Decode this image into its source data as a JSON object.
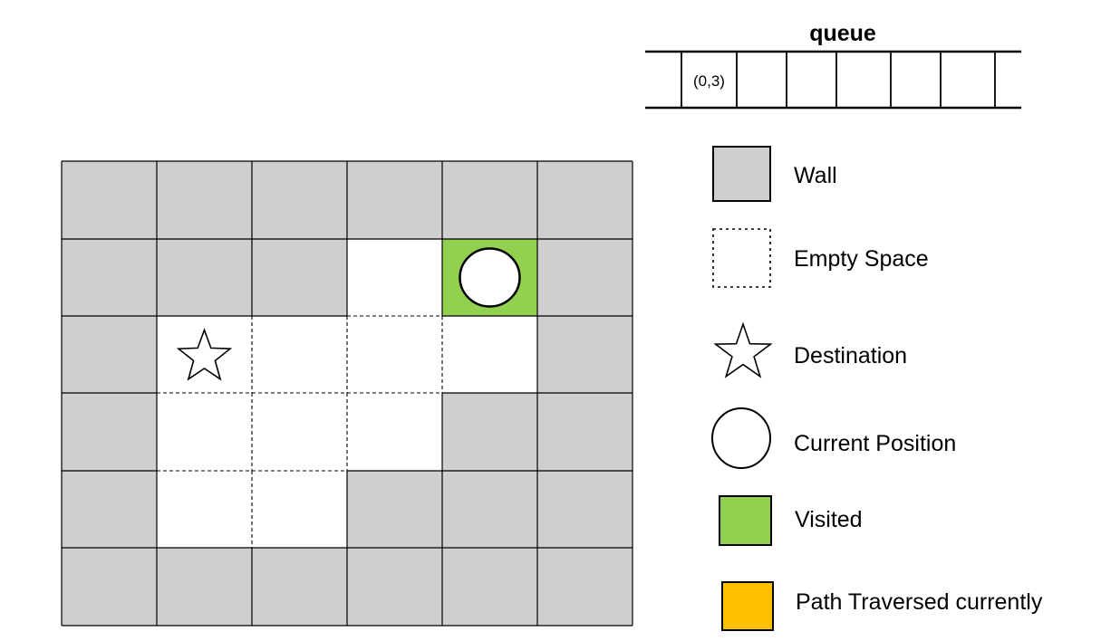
{
  "queue": {
    "title": "queue",
    "items": [
      "",
      "(0,3)",
      "",
      "",
      "",
      "",
      "",
      ""
    ]
  },
  "legend": [
    {
      "key": "wall",
      "label": "Wall"
    },
    {
      "key": "empty",
      "label": "Empty Space"
    },
    {
      "key": "destination",
      "label": "Destination"
    },
    {
      "key": "current",
      "label": "Current Position"
    },
    {
      "key": "visited",
      "label": "Visited"
    },
    {
      "key": "path",
      "label": "Path Traversed currently"
    }
  ],
  "colors": {
    "wall": "#d0ced0",
    "empty": "#ffffff",
    "visited": "#92d050",
    "path": "#ffc000",
    "border": "#000000"
  },
  "grid": {
    "rows": 6,
    "cols": 6,
    "cells": [
      [
        "wall",
        "wall",
        "wall",
        "wall",
        "wall",
        "wall"
      ],
      [
        "wall",
        "wall",
        "wall",
        "empty",
        "visited",
        "wall"
      ],
      [
        "wall",
        "empty",
        "empty",
        "empty",
        "empty",
        "wall"
      ],
      [
        "wall",
        "empty",
        "empty",
        "empty",
        "wall",
        "wall"
      ],
      [
        "wall",
        "empty",
        "empty",
        "wall",
        "wall",
        "wall"
      ],
      [
        "wall",
        "wall",
        "wall",
        "wall",
        "wall",
        "wall"
      ]
    ],
    "destination": [
      2,
      1
    ],
    "current": [
      1,
      4
    ]
  }
}
